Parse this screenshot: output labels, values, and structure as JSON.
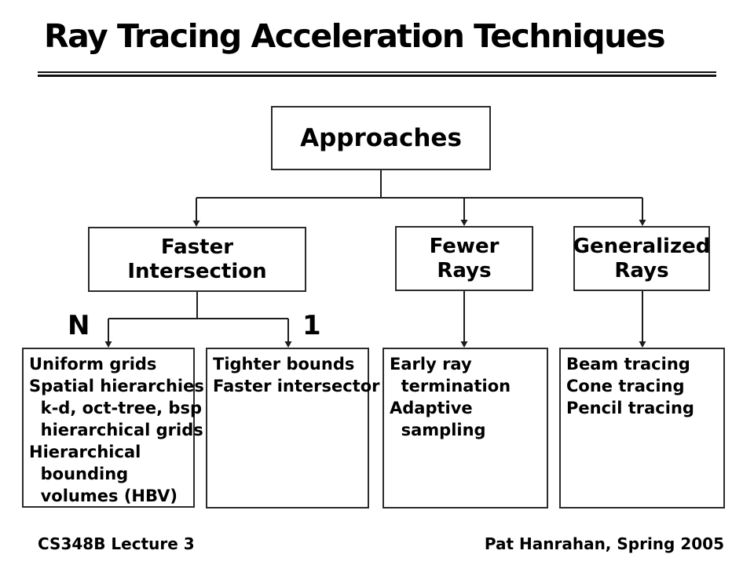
{
  "slide": {
    "title": "Ray Tracing Acceleration Techniques",
    "footer_left": "CS348B Lecture 3",
    "footer_right": "Pat Hanrahan, Spring 2005"
  },
  "colors": {
    "background": "#ffffff",
    "ink": "#000000",
    "line": "#1c1c1c",
    "box_border": "#2b2b2b"
  },
  "diagram": {
    "type": "tree-flowchart",
    "root": {
      "label": "Approaches"
    },
    "level2": [
      {
        "label": "Faster\nIntersection"
      },
      {
        "label": "Fewer\nRays"
      },
      {
        "label": "Generalized\nRays"
      }
    ],
    "edge_labels": [
      {
        "text": "N"
      },
      {
        "text": "1"
      }
    ],
    "leaves": [
      {
        "text": "Uniform grids\nSpatial hierarchies\n  k-d, oct-tree, bsp\n  hierarchical grids\nHierarchical\n  bounding\n  volumes (HBV)"
      },
      {
        "text": "Tighter bounds\nFaster intersector"
      },
      {
        "text": "Early ray\n  termination\nAdaptive\n  sampling"
      },
      {
        "text": "Beam tracing\nCone tracing\nPencil tracing"
      }
    ]
  }
}
